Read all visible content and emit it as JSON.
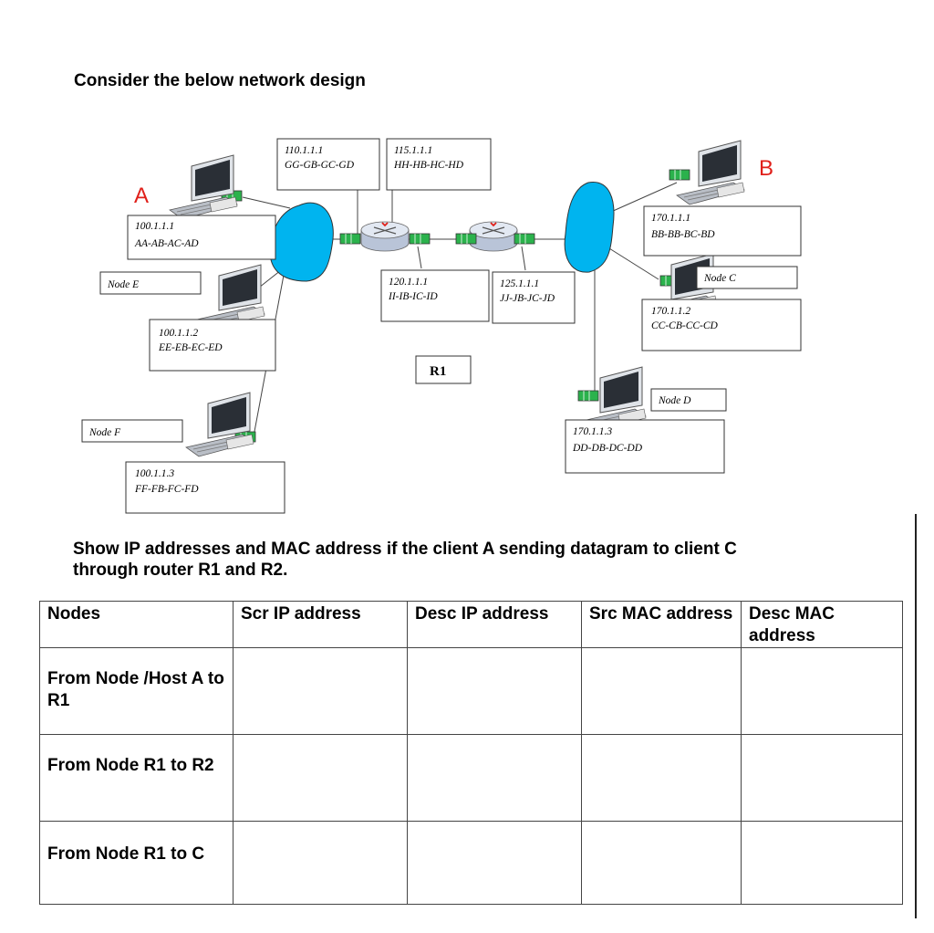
{
  "question": {
    "intro": "Consider the below network design",
    "prompt_line1": "Show IP addresses and MAC address if the client A sending datagram to client C",
    "prompt_line2": "through router R1 and R2."
  },
  "diagram": {
    "host_a_letter": "A",
    "host_b_letter": "B",
    "router_label": "R1",
    "boxes": {
      "r1_left": {
        "ip": "110.1.1.1",
        "mac": "GG-GB-GC-GD"
      },
      "r1_right": {
        "ip": "115.1.1.1",
        "mac": "HH-HB-HC-HD"
      },
      "r2_left": {
        "ip": "120.1.1.1",
        "mac": "II-IB-IC-ID"
      },
      "r2_right": {
        "ip": "125.1.1.1",
        "mac": "JJ-JB-JC-JD"
      },
      "host_a": {
        "ip": "100.1.1.1",
        "mac": "AA-AB-AC-AD"
      },
      "node_e": {
        "ip": "100.1.1.2",
        "mac": "EE-EB-EC-ED",
        "name": "Node E"
      },
      "node_f": {
        "ip": "100.1.1.3",
        "mac": "FF-FB-FC-FD",
        "name": "Node F"
      },
      "host_b": {
        "ip": "170.1.1.1",
        "mac": "BB-BB-BC-BD"
      },
      "node_c": {
        "ip": "170.1.1.2",
        "mac": "CC-CB-CC-CD",
        "name": "Node C"
      },
      "node_d": {
        "ip": "170.1.1.3",
        "mac": "DD-DB-DC-DD",
        "name": "Node D"
      }
    },
    "colors": {
      "cloud": "#00b4ef",
      "interface": "#2bb24c",
      "router": "#cdd6e6",
      "host_letter": "#e0201a"
    }
  },
  "table": {
    "headers": [
      "Nodes",
      "Scr IP address",
      "Desc IP address",
      "Src MAC address",
      "Desc MAC address"
    ],
    "rows": [
      {
        "node": "From Node /Host A to R1",
        "src_ip": "",
        "dst_ip": "",
        "src_mac": "",
        "dst_mac": ""
      },
      {
        "node": "From  Node R1 to R2",
        "src_ip": "",
        "dst_ip": "",
        "src_mac": "",
        "dst_mac": ""
      },
      {
        "node": "From  Node R1 to C",
        "src_ip": "",
        "dst_ip": "",
        "src_mac": "",
        "dst_mac": ""
      }
    ]
  }
}
